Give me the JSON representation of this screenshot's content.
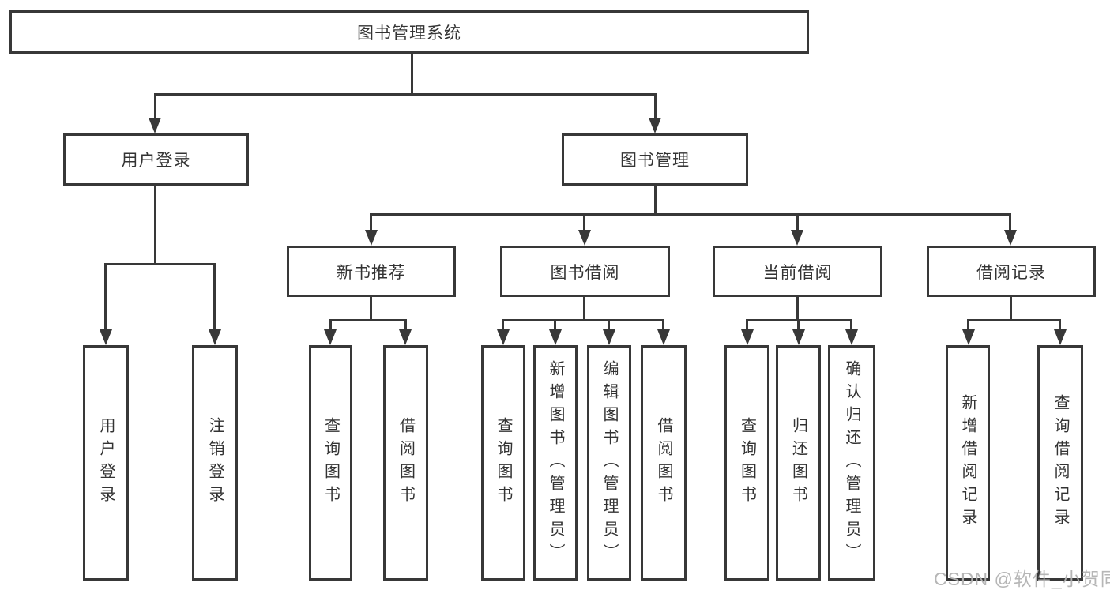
{
  "title": "图书管理系统",
  "watermark": "CSDN @软件_小贺同学",
  "colors": {
    "line": "#383838",
    "border": "#383838",
    "text": "#333333",
    "background": "#ffffff",
    "watermark": "#b2b2b2"
  },
  "tree": {
    "label": "图书管理系统",
    "children": [
      {
        "label": "用户登录",
        "children": [
          {
            "label": "用户登录"
          },
          {
            "label": "注销登录"
          }
        ]
      },
      {
        "label": "图书管理",
        "children": [
          {
            "label": "新书推荐",
            "children": [
              {
                "label": "查询图书"
              },
              {
                "label": "借阅图书"
              }
            ]
          },
          {
            "label": "图书借阅",
            "children": [
              {
                "label": "查询图书"
              },
              {
                "label": "新增图书（管理员）"
              },
              {
                "label": "编辑图书（管理员）"
              },
              {
                "label": "借阅图书"
              }
            ]
          },
          {
            "label": "当前借阅",
            "children": [
              {
                "label": "查询图书"
              },
              {
                "label": "归还图书"
              },
              {
                "label": "确认归还（管理员）"
              }
            ]
          },
          {
            "label": "借阅记录",
            "children": [
              {
                "label": "新增借阅记录"
              },
              {
                "label": "查询借阅记录"
              }
            ]
          }
        ]
      }
    ]
  }
}
